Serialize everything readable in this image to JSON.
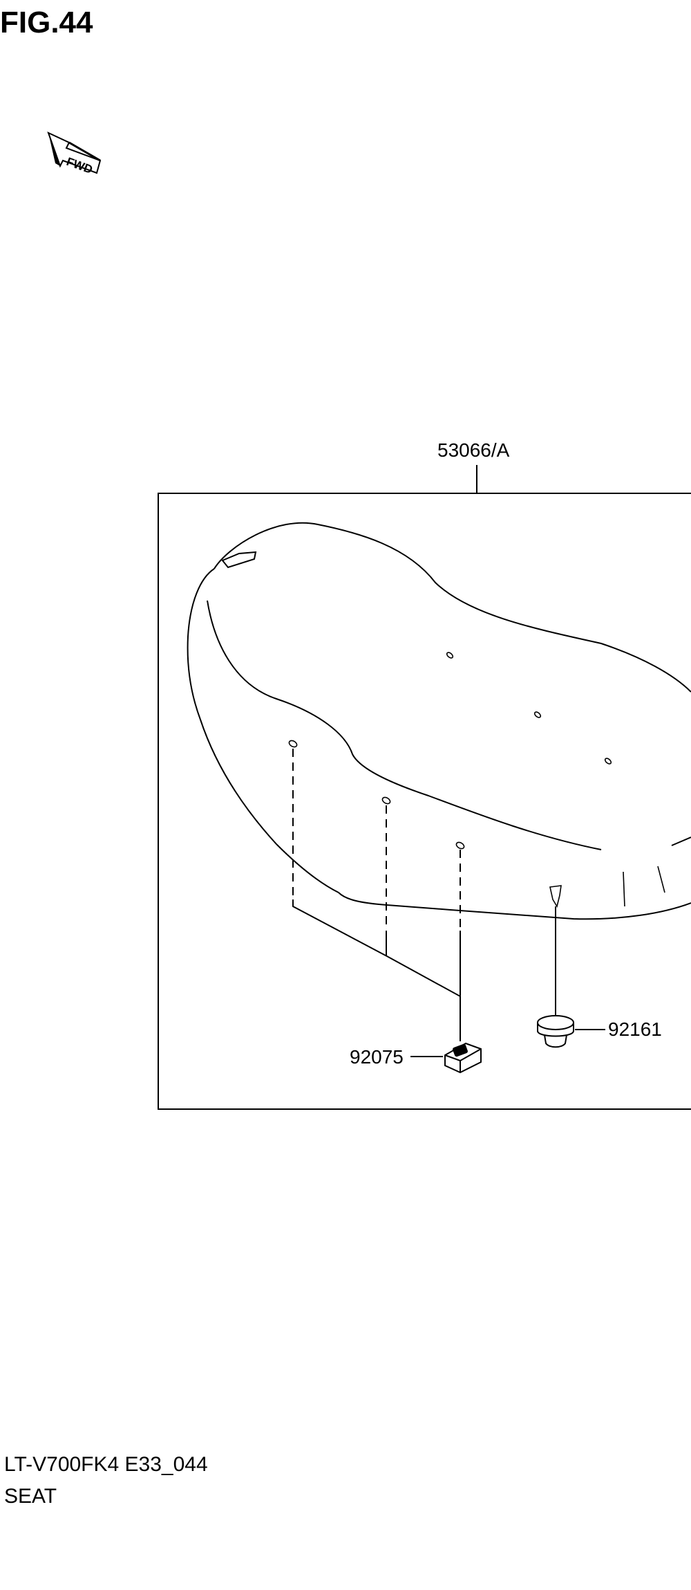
{
  "figure": {
    "title": "FIG.44",
    "fwd_label": "FWD"
  },
  "parts": {
    "assembly": "53066/A",
    "clip": "92075",
    "grommet": "92161"
  },
  "footer": {
    "model_code": "LT-V700FK4 E33_044",
    "section_name": "SEAT"
  }
}
